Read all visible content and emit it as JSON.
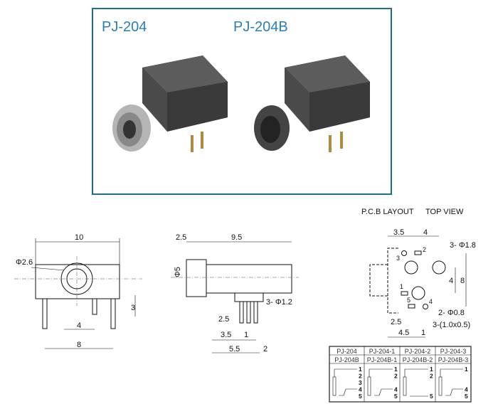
{
  "photo_panel": {
    "title_a": "PJ-204",
    "title_b": "PJ-204B",
    "frame_color": "#1f6f8f",
    "title_color": "#2a7fb5"
  },
  "front_view": {
    "width": "10",
    "hole": "Φ2.6",
    "height": "3",
    "pin_spacing": "4",
    "overall": "8"
  },
  "side_view": {
    "body": "9.5",
    "nose": "2.5",
    "dia": "Φ5",
    "pin": "3- Φ1.2",
    "d1": "2.5",
    "d2": "3.5",
    "d3": "1",
    "d4": "5.5",
    "d5": "2"
  },
  "pcb": {
    "title": "P.C.B LAYOUT",
    "view": "TOP VIEW",
    "d_top1": "3.5",
    "d_top2": "4",
    "big_holes": "3- Φ1.8",
    "small_holes": "2- Φ0.8",
    "slots": "3-(1.0x0.5)",
    "v4": "4",
    "v8": "8",
    "b1": "2.5",
    "b2": "4.5",
    "b3": "1",
    "pins": [
      "1",
      "2",
      "3",
      "4",
      "5"
    ]
  },
  "table": {
    "row1": [
      "PJ-204",
      "PJ-204-1",
      "PJ-204-2",
      "PJ-204-3"
    ],
    "row2": [
      "PJ-204B",
      "PJ-204B-1",
      "PJ-204B-2",
      "PJ-204B-3"
    ],
    "pins": [
      [
        "1",
        "2",
        "3",
        "4",
        "5"
      ],
      [
        "1",
        "2",
        "4",
        "5"
      ],
      [
        "1",
        "2",
        "5"
      ],
      [
        "1",
        "4",
        "5"
      ]
    ]
  }
}
